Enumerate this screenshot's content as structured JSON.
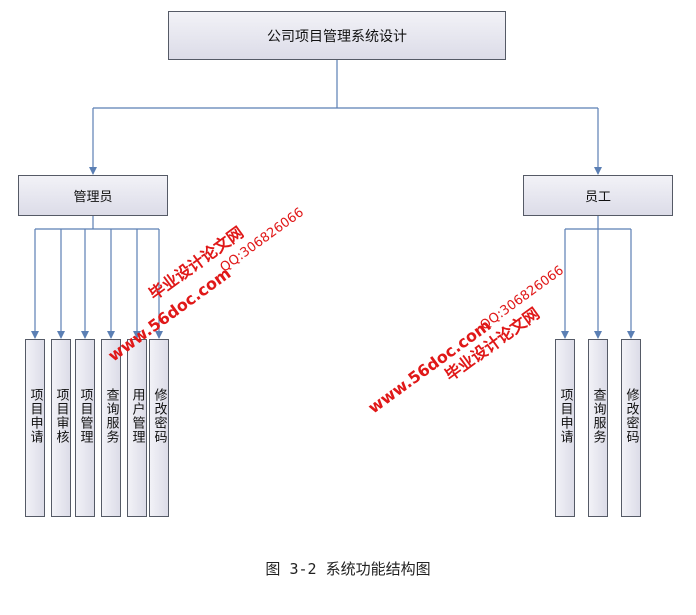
{
  "root": {
    "label": "公司项目管理系统设计"
  },
  "admin": {
    "label": "管理员",
    "children": [
      "项目申请",
      "项目审核",
      "项目管理",
      "查询服务",
      "用户管理",
      "修改密码"
    ]
  },
  "employee": {
    "label": "员工",
    "children": [
      "项目申请",
      "查询服务",
      "修改密码"
    ]
  },
  "watermarks": {
    "site": "www.56doc.com",
    "qq": "QQ:306826066",
    "name": "毕业设计论文网"
  },
  "caption": "图 3-2 系统功能结构图",
  "colors": {
    "connector": "#5b7fb4",
    "watermark": "#e01818",
    "node_border": "#555a66"
  }
}
